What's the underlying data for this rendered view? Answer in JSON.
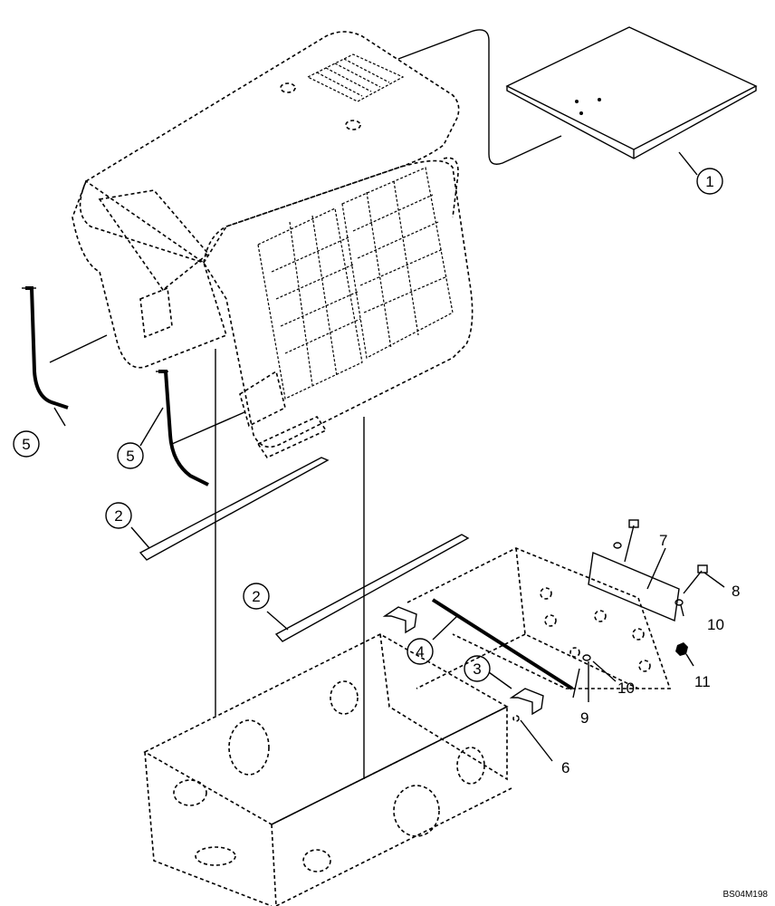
{
  "callouts": [
    {
      "id": "1",
      "label": "1"
    },
    {
      "id": "2a",
      "label": "2"
    },
    {
      "id": "2b",
      "label": "2"
    },
    {
      "id": "3",
      "label": "3"
    },
    {
      "id": "4",
      "label": "4"
    },
    {
      "id": "5a",
      "label": "5"
    },
    {
      "id": "5b",
      "label": "5"
    }
  ],
  "part_labels": [
    {
      "id": "6",
      "label": "6"
    },
    {
      "id": "7",
      "label": "7"
    },
    {
      "id": "8",
      "label": "8"
    },
    {
      "id": "9",
      "label": "9"
    },
    {
      "id": "10a",
      "label": "10"
    },
    {
      "id": "10b",
      "label": "10"
    },
    {
      "id": "11",
      "label": "11"
    }
  ],
  "reference_code": "BS04M198"
}
